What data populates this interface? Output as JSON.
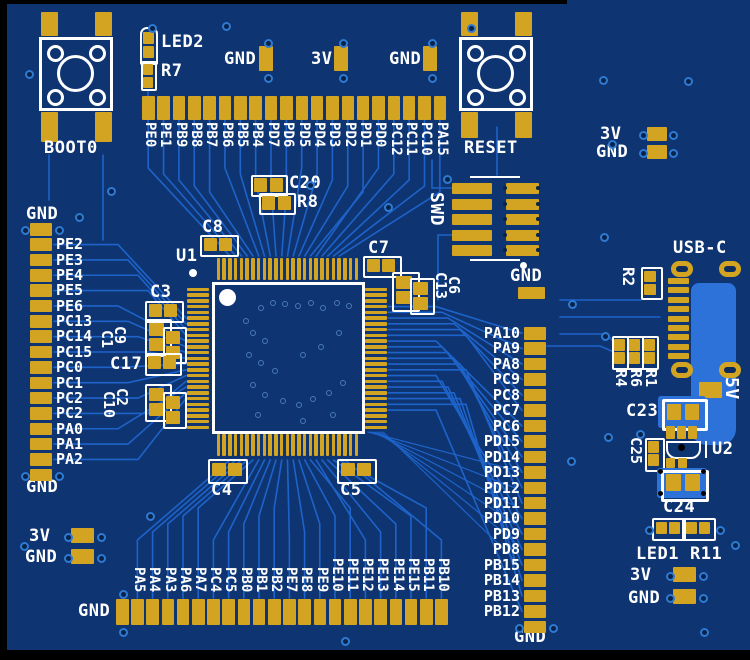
{
  "pcb": {
    "buttons": {
      "boot0": "BOOT0",
      "reset": "RESET"
    },
    "chips": {
      "u1": "U1",
      "u2": "U2"
    },
    "connectors": {
      "usb": "USB-C",
      "usb_5v": "5V",
      "swd": "SWD"
    },
    "headers": {
      "top": {
        "pins": [
          "PE0",
          "PE1",
          "PB9",
          "PB8",
          "PB7",
          "PB6",
          "PB5",
          "PB4",
          "PD7",
          "PD6",
          "PD5",
          "PD4",
          "PD3",
          "PD2",
          "PD1",
          "PD0",
          "PC12",
          "PC11",
          "PC10",
          "PA15"
        ]
      },
      "bottom": {
        "gnd": "GND",
        "pins": [
          "PA5",
          "PA4",
          "PA3",
          "PA6",
          "PA7",
          "PC4",
          "PC5",
          "PB0",
          "PB1",
          "PB2",
          "PE7",
          "PE8",
          "PE9",
          "PE10",
          "PE11",
          "PE12",
          "PE13",
          "PE14",
          "PE15",
          "PB11",
          "PB10"
        ]
      },
      "left": {
        "gnd_top": "GND",
        "gnd_bottom": "GND",
        "pins": [
          "PE2",
          "PE3",
          "PE4",
          "PE5",
          "PE6",
          "PC13",
          "PC14",
          "PC15",
          "PC0",
          "PC1",
          "PC2",
          "PC2",
          "PA0",
          "PA1",
          "PA2"
        ]
      },
      "right": {
        "gnd_bottom": "GND",
        "pins": [
          "PA10",
          "PA9",
          "PA8",
          "PC9",
          "PC8",
          "PC7",
          "PC6",
          "PD15",
          "PD14",
          "PD13",
          "PD12",
          "PD11",
          "PD10",
          "PD9",
          "PD8",
          "PB15",
          "PB14",
          "PB13",
          "PB12"
        ]
      },
      "swd_gnd": "GND"
    },
    "power": {
      "top": [
        "GND",
        "3V",
        "GND"
      ],
      "top_right": [
        "3V",
        "GND"
      ],
      "bottom_left": [
        "3V",
        "GND"
      ],
      "bottom_right": [
        "3V",
        "GND"
      ]
    },
    "passives": {
      "led2": "LED2",
      "r7": "R7",
      "c20": "C20",
      "r8": "R8",
      "c8": "C8",
      "c3": "C3",
      "c1": "C1",
      "c9": "C9",
      "c17": "C17",
      "c2": "C2",
      "c10": "C10",
      "c7": "C7",
      "c6": "C6",
      "c13": "C13",
      "c4": "C4",
      "c5": "C5",
      "r2": "R2",
      "r4": "R4",
      "r6": "R6",
      "r1": "R1",
      "c23": "C23",
      "c25": "C25",
      "c24": "C24",
      "led1": "LED1",
      "r11": "R11"
    },
    "colors": {
      "board": "#0e3572",
      "pad": "#d2a422",
      "silkscreen": "#ffffff",
      "trace": "#1e63c9",
      "usb_body": "#2d72d8",
      "edge": "#000000"
    }
  }
}
